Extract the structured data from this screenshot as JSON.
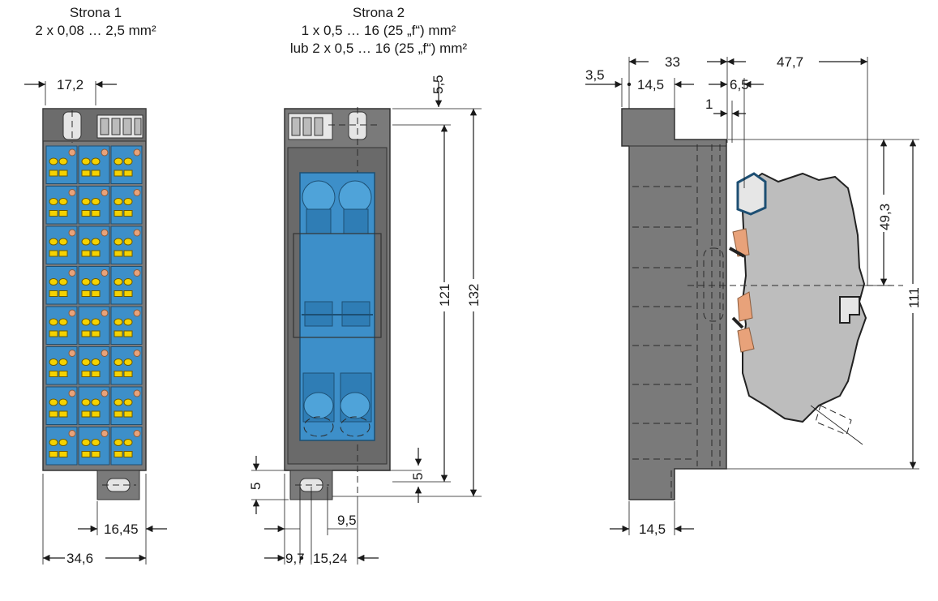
{
  "view1": {
    "caption_line1": "Strona 1",
    "caption_line2": "2 x 0,08 … 2,5 mm²",
    "dim_top_width": "17,2",
    "dim_offset": "16,45",
    "dim_total_width": "34,6"
  },
  "view2": {
    "caption_line1": "Strona 2",
    "caption_line2": "1 x 0,5 … 16 (25 „f“) mm²",
    "caption_line3": "lub 2 x 0,5 … 16 (25 „f“) mm²",
    "dim_top_offset": "5,5",
    "dim_height_inner": "121",
    "dim_height_total": "132",
    "dim_bottom_right": "5",
    "dim_bottom_left": "5",
    "dim_bottom_small": "9,5",
    "dim_bottom_a": "9,7",
    "dim_bottom_b": "15,24"
  },
  "view3": {
    "dim_3_5": "3,5",
    "dim_33": "33",
    "dim_47_7": "47,7",
    "dim_14_5_top": "14,5",
    "dim_6_5": "6,5",
    "dim_1": "1",
    "dim_49_3": "49,3",
    "dim_111": "111",
    "dim_14_5_bottom": "14,5"
  },
  "colors": {
    "housing": "#7a7a7a",
    "housing_dark": "#5a5a5a",
    "terminal_blue": "#3d8fc9",
    "lever_yellow": "#f5d200",
    "accent_orange": "#e8a27a",
    "housing_light": "#bdbdbd"
  }
}
